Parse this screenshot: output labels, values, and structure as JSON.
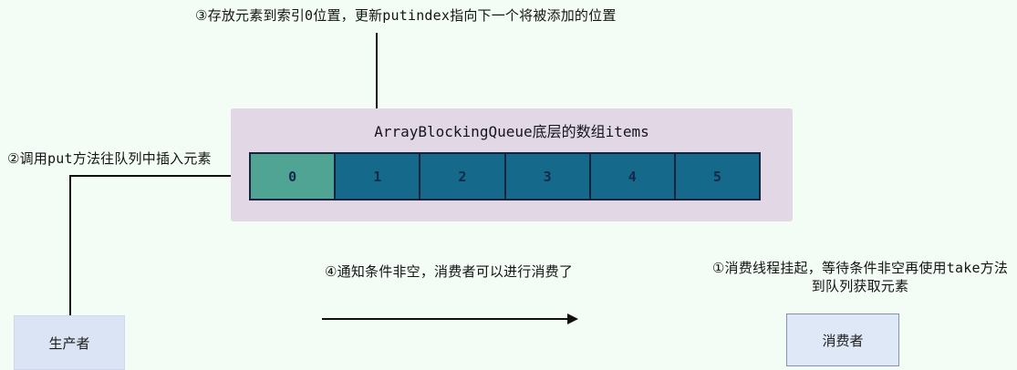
{
  "title": "ArrayBlockingQueue底层的数组items",
  "notes": {
    "step1_line1": "①消费线程挂起，等待条件非空再使用take方法",
    "step1_line2": "到队列获取元素",
    "step2": "②调用put方法往队列中插入元素",
    "step3": "③存放元素到索引0位置，更新putindex指向下一个将被添加的位置",
    "step4": "④通知条件非空，消费者可以进行消费了"
  },
  "array": {
    "cells": [
      "0",
      "1",
      "2",
      "3",
      "4",
      "5"
    ],
    "highlight_index": 0
  },
  "producer_label": "生产者",
  "consumer_label": "消费者",
  "colors": {
    "background": "#f4fcf6",
    "panel": "#e1d7e5",
    "cell_fill": "#15698a",
    "cell_highlight": "#4fa493",
    "cell_border": "#16233e",
    "cell_text": "#12294a",
    "actor_box_fill": "#dde6f5",
    "arrow": "#101010"
  }
}
